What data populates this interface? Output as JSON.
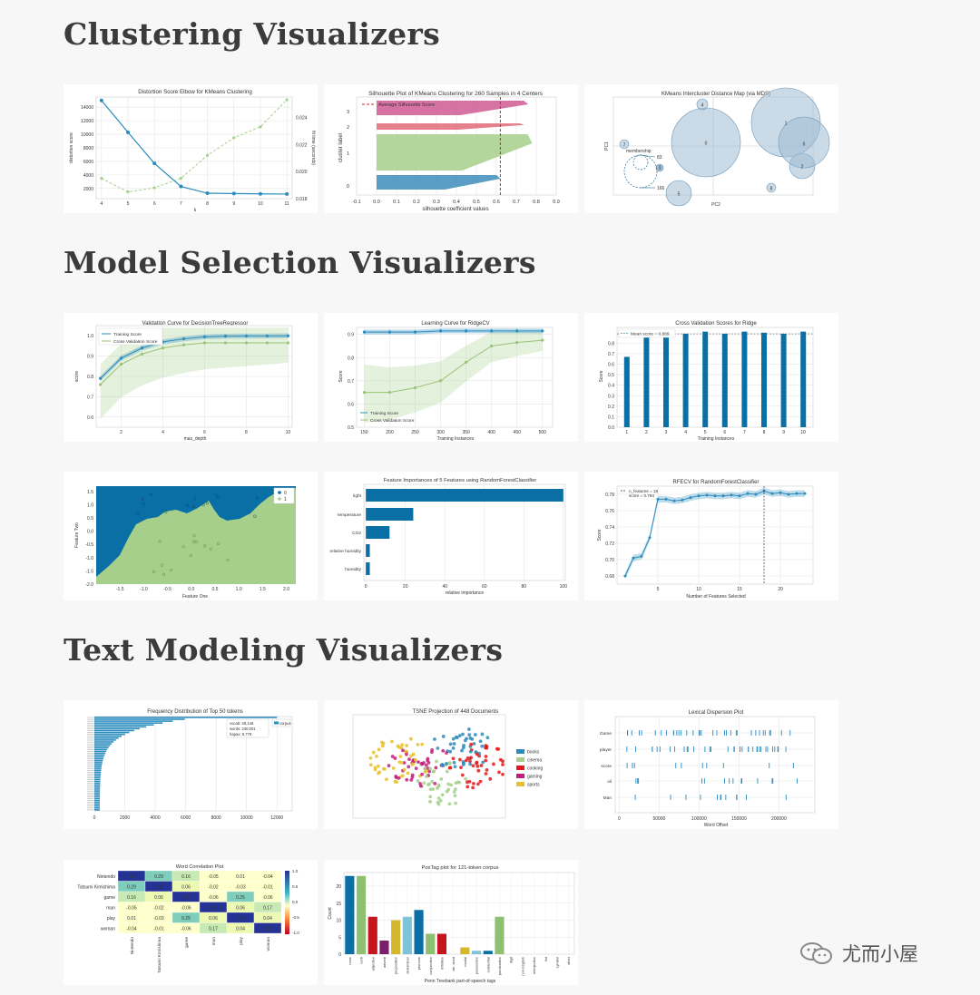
{
  "sections": {
    "clustering": "Clustering Visualizers",
    "model_selection": "Model Selection Visualizers",
    "text_modeling": "Text Modeling Visualizers"
  },
  "charts": {
    "elbow": {
      "title": "Distortion Score Elbow for KMeans Clustering",
      "xlabel": "k",
      "ylabel": "distortion score",
      "y2label": "fit time (seconds)"
    },
    "silhouette": {
      "title": "Silhouette Plot of KMeans Clustering for 260 Samples in 4 Centers",
      "xlabel": "silhouette coefficient values",
      "ylabel": "cluster label",
      "legend": "Average Silhouette Score"
    },
    "intercluster": {
      "title": "KMeans Intercluster Distance Map (via MDS)",
      "xlabel": "PC2",
      "ylabel": "PC1",
      "legend_title": "membership"
    },
    "validation": {
      "title": "Validation Curve for DecisionTreeRegressor",
      "xlabel": "max_depth",
      "ylabel": "score",
      "legend": [
        "Training Score",
        "Cross Validation Score"
      ]
    },
    "learning": {
      "title": "Learning Curve for RidgeCV",
      "xlabel": "Training Instances",
      "ylabel": "Score",
      "legend": [
        "Training Score",
        "Cross Validation Score"
      ]
    },
    "cvscores": {
      "title": "Cross Validation Scores for Ridge",
      "xlabel": "Training Instances",
      "ylabel": "Score",
      "legend": "Mean score = 0.889"
    },
    "decision": {
      "title": "",
      "xlabel": "Feature One",
      "ylabel": "Feature Two",
      "legend": [
        "0",
        "1"
      ]
    },
    "featimp": {
      "title": "Feature Importances of 5 Features using RandomForestClassifier",
      "xlabel": "relative importance",
      "features": [
        "light",
        "temperature",
        "CO2",
        "relative humidity",
        "humidity"
      ]
    },
    "rfecv": {
      "title": "RFECV for RandomForestClassifier",
      "xlabel": "Number of Features Selected",
      "ylabel": "Score",
      "legend": [
        "n_features = 18",
        "score = 0.784"
      ]
    },
    "freqdist": {
      "title": "Frequency Distribution of Top 50 tokens",
      "legend": "corpus",
      "stats": [
        "vocab: 28,146",
        "words: 230,001",
        "hapax: 8,779"
      ]
    },
    "tsne": {
      "title": "TSNE Projection of 448 Documents",
      "legend": [
        "books",
        "cinema",
        "cooking",
        "gaming",
        "sports"
      ]
    },
    "dispersion": {
      "title": "Lexical Dispersion Plot",
      "xlabel": "Word Offset",
      "words": [
        "Game",
        "player",
        "score",
        "oil",
        "Man"
      ]
    },
    "wordcorr": {
      "title": "Word Correlation Plot",
      "words": [
        "Nintendo",
        "Tatsumi Kimishima",
        "game",
        "man",
        "play",
        "woman"
      ]
    },
    "postag": {
      "title": "PosTag plot for 121-token corpus",
      "xlabel": "Penn Treebank part-of-speech tags",
      "ylabel": "Count",
      "tags": [
        "noun",
        "verb",
        "adjective",
        "adverb",
        "preposition",
        "determiner",
        "pronoun",
        "conjunction",
        "infinitive",
        "wh- word",
        "modal",
        "possessive",
        "existential",
        "punctuation",
        "digit",
        "non-English",
        "interjection",
        "list",
        "symbol",
        "other"
      ]
    }
  },
  "chart_data": [
    {
      "type": "line",
      "title": "Distortion Score Elbow for KMeans Clustering",
      "xlabel": "k",
      "ylabel": "distortion score",
      "x": [
        4,
        5,
        6,
        7,
        8,
        9,
        10,
        11
      ],
      "series": [
        {
          "values": [
            15000,
            10300,
            5700,
            2300,
            1300,
            1250,
            1200,
            1180
          ]
        }
      ],
      "ylim": [
        500,
        15500
      ],
      "y2": [
        0.0195,
        0.0185,
        0.0188,
        0.0195,
        0.0212,
        0.0225,
        0.0233,
        0.0253
      ],
      "y2lim": [
        0.018,
        0.0255
      ],
      "yticks": [
        2000,
        4000,
        6000,
        8000,
        10000,
        12000,
        14000
      ],
      "y2ticks": [
        "0.018",
        "0.020",
        "0.022",
        "0.024"
      ]
    },
    {
      "type": "area",
      "title": "Silhouette Plot of KMeans Clustering for 260 Samples in 4 Centers",
      "categories": [
        "0",
        "1",
        "2",
        "3"
      ],
      "xlim": [
        -0.1,
        0.9
      ],
      "average": 0.62,
      "colors": [
        "#3e8dbb",
        "#a6cf8c",
        "#e06a78",
        "#d05a93"
      ],
      "max_values": [
        0.62,
        0.78,
        0.74,
        0.76
      ]
    },
    {
      "type": "scatter",
      "title": "KMeans Intercluster Distance Map (via MDS)",
      "labels": [
        "0",
        "1",
        "2",
        "3",
        "4",
        "5",
        "6",
        "7",
        "8"
      ],
      "legend_values": [
        "83",
        "166"
      ]
    },
    {
      "type": "line",
      "title": "Validation Curve for DecisionTreeRegressor",
      "x": [
        1,
        2,
        3,
        4,
        5,
        6,
        7,
        8,
        9,
        10
      ],
      "ylim": [
        0.55,
        1.05
      ],
      "series": [
        {
          "name": "Training Score",
          "values": [
            0.79,
            0.89,
            0.94,
            0.97,
            0.985,
            0.995,
            0.998,
            0.999,
            0.999,
            1.0
          ]
        },
        {
          "name": "Cross Validation Score",
          "values": [
            0.76,
            0.86,
            0.91,
            0.94,
            0.955,
            0.965,
            0.965,
            0.965,
            0.965,
            0.965
          ]
        }
      ]
    },
    {
      "type": "line",
      "title": "Learning Curve for RidgeCV",
      "x": [
        150,
        200,
        250,
        300,
        350,
        400,
        450,
        500
      ],
      "ylim": [
        0.5,
        0.93
      ],
      "series": [
        {
          "name": "Training Score",
          "values": [
            0.91,
            0.91,
            0.91,
            0.915,
            0.915,
            0.915,
            0.915,
            0.915
          ]
        },
        {
          "name": "Cross Validation Score",
          "values": [
            0.65,
            0.65,
            0.67,
            0.7,
            0.78,
            0.85,
            0.865,
            0.875
          ]
        }
      ]
    },
    {
      "type": "bar",
      "title": "Cross Validation Scores for Ridge",
      "categories": [
        "1",
        "2",
        "3",
        "4",
        "5",
        "6",
        "7",
        "8",
        "9",
        "10"
      ],
      "values": [
        0.67,
        0.88,
        0.88,
        0.89,
        0.91,
        0.89,
        0.91,
        0.9,
        0.89,
        0.91
      ],
      "ylim": [
        0,
        0.95
      ],
      "mean": 0.889
    },
    {
      "type": "scatter",
      "title": "",
      "xlim": [
        -2.0,
        2.2
      ],
      "ylim": [
        -2.0,
        1.7
      ],
      "legend": [
        "0",
        "1"
      ]
    },
    {
      "type": "bar",
      "title": "Feature Importances of 5 Features using RandomForestClassifier",
      "categories": [
        "light",
        "temperature",
        "CO2",
        "relative humidity",
        "humidity"
      ],
      "values": [
        100,
        24,
        12,
        2,
        2
      ],
      "xlim": [
        0,
        100
      ]
    },
    {
      "type": "line",
      "title": "RFECV for RandomForestClassifier",
      "x": [
        1,
        2,
        3,
        4,
        5,
        6,
        7,
        8,
        9,
        10,
        11,
        12,
        13,
        14,
        15,
        16,
        17,
        18,
        19,
        20,
        21,
        22,
        23
      ],
      "series": [
        {
          "values": [
            0.68,
            0.702,
            0.704,
            0.727,
            0.774,
            0.774,
            0.772,
            0.773,
            0.776,
            0.778,
            0.779,
            0.778,
            0.778,
            0.779,
            0.778,
            0.781,
            0.78,
            0.784,
            0.781,
            0.782,
            0.78,
            0.781,
            0.781
          ]
        }
      ],
      "ylim": [
        0.67,
        0.79
      ],
      "selected": 18
    },
    {
      "type": "bar",
      "title": "Frequency Distribution of Top 50 tokens",
      "xlim": [
        0,
        13000
      ]
    },
    {
      "type": "scatter",
      "title": "TSNE Projection of 448 Documents",
      "legend": [
        "books",
        "cinema",
        "cooking",
        "gaming",
        "sports"
      ]
    },
    {
      "type": "scatter",
      "title": "Lexical Dispersion Plot",
      "categories": [
        "Game",
        "player",
        "score",
        "oil",
        "Man"
      ],
      "xlim": [
        -5000,
        245000
      ]
    },
    {
      "type": "heatmap",
      "title": "Word Correlation Plot",
      "categories": [
        "Nintendo",
        "Tatsumi Kimishima",
        "game",
        "man",
        "play",
        "woman"
      ],
      "values": [
        [
          "1.00",
          "0.29",
          "0.16",
          "-0.05",
          "0.01",
          "-0.04"
        ],
        [
          "0.29",
          "1.00",
          "0.06",
          "-0.02",
          "-0.03",
          "-0.01"
        ],
        [
          "0.16",
          "0.06",
          "1.00",
          "-0.06",
          "0.25",
          "-0.06"
        ],
        [
          "-0.05",
          "-0.02",
          "-0.06",
          "1.00",
          "0.06",
          "0.17"
        ],
        [
          "0.01",
          "-0.03",
          "0.25",
          "0.06",
          "1.00",
          "0.04"
        ],
        [
          "-0.04",
          "-0.01",
          "-0.06",
          "0.17",
          "0.04",
          "1.00"
        ]
      ]
    },
    {
      "type": "bar",
      "title": "PosTag plot for 121-token corpus",
      "categories": [
        "noun",
        "verb",
        "adjective",
        "adverb",
        "preposition",
        "determiner",
        "pronoun",
        "conjunction",
        "infinitive",
        "wh- word",
        "modal",
        "possessive",
        "existential",
        "punctuation",
        "digit",
        "non-English",
        "interjection",
        "list",
        "symbol",
        "other"
      ],
      "values": [
        23,
        23,
        11,
        4,
        10,
        11,
        13,
        6,
        6,
        0,
        2,
        1,
        1,
        11,
        0,
        0,
        0,
        0,
        0,
        0
      ],
      "ylim": [
        0,
        24
      ]
    }
  ],
  "watermark": {
    "text": "尤而小屋"
  }
}
